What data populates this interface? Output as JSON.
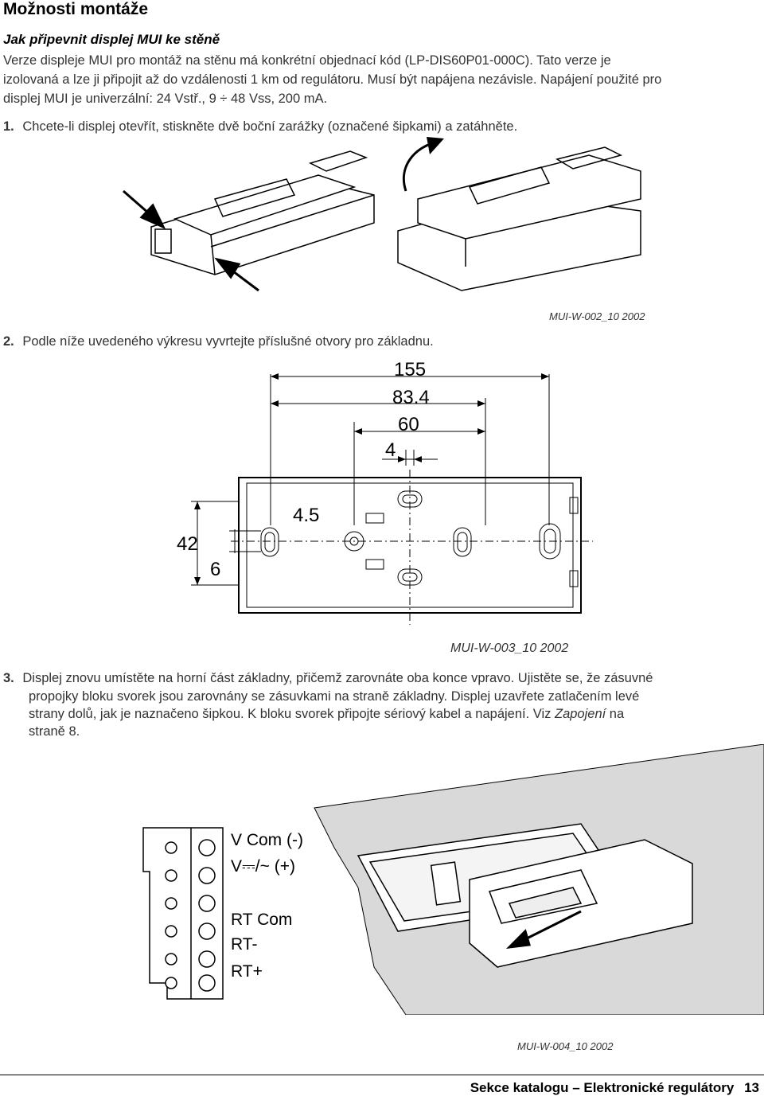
{
  "heading": "Možnosti montáže",
  "subheading": "Jak připevnit displej MUI ke stěně",
  "intro": {
    "line1": "Verze displeje MUI pro montáž na stěnu má konkrétní objednací kód (LP-DIS60P01-000C). Tato verze je",
    "line2": "izolovaná a lze ji připojit až do vzdálenosti 1 km od regulátoru. Musí být napájena nezávisle. Napájení použité pro",
    "line3": "displej MUI je univerzální: 24 Vstř., 9 ÷ 48 Vss, 200 mA."
  },
  "step1": {
    "num": "1.",
    "text": "Chcete-li displej otevřít, stiskněte dvě boční zarážky (označené šipkami) a zatáhněte."
  },
  "figure1_caption": "MUI-W-002_10 2002",
  "step2": {
    "num": "2.",
    "text": "Podle níže uvedeného výkresu vyvrtejte příslušné otvory pro základnu."
  },
  "drawing": {
    "dim_155": "155",
    "dim_834": "83.4",
    "dim_60": "60",
    "dim_4": "4",
    "dim_45": "4.5",
    "dim_42": "42",
    "dim_6": "6"
  },
  "figure2_caption": "MUI-W-003_10 2002",
  "step3": {
    "num": "3.",
    "line1": "Displej znovu umístěte na horní část základny, přičemž zarovnáte oba konce vpravo. Ujistěte se, že zásuvné",
    "line2": "propojky bloku svorek jsou zarovnány se zásuvkami na straně základny. Displej uzavřete zatlačením levé",
    "line3_a": "strany dolů, jak je naznačeno šipkou. K bloku svorek připojte sériový kabel a napájení. Viz ",
    "line3_link": "Zapojení",
    "line3_b": " na",
    "line4": "straně 8."
  },
  "terminals": {
    "vcom": "V Com (-)",
    "vplus": "V⎓/~ (+)",
    "rtcom": "RT Com",
    "rtminus": "RT-",
    "rtplus": "RT+"
  },
  "figure3_caption": "MUI-W-004_10 2002",
  "footer": {
    "section": "Sekce katalogu – Elektronické regulátory",
    "page": "13"
  }
}
